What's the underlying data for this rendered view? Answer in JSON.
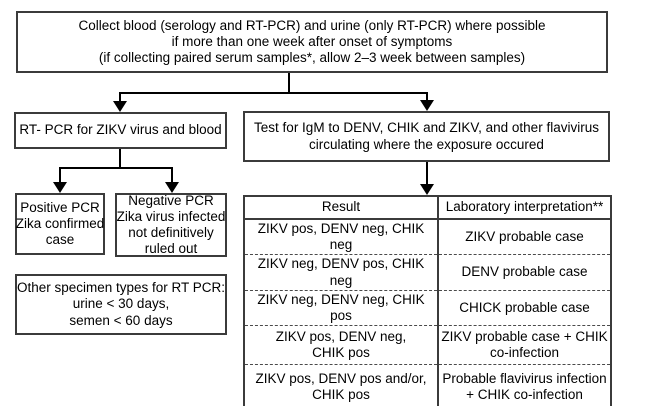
{
  "colors": {
    "background": "#ffffff",
    "box_border": "#3b3b3b",
    "connector_line": "#000000",
    "text": "#000000"
  },
  "flowchart": {
    "top_box": {
      "lines": [
        "Collect blood (serology and RT-PCR) and urine (only RT-PCR) where possible",
        "if more than one week after onset of symptoms",
        "(if collecting paired serum samples*, allow 2–3 week between samples)"
      ]
    },
    "rt_pcr_box": {
      "lines": [
        "RT- PCR for ZIKV virus and blood"
      ]
    },
    "igm_test_box": {
      "lines": [
        "Test for IgM to DENV, CHIK and ZIKV, and other flavivirus",
        "circulating where the exposure occured"
      ]
    },
    "positive_pcr_box": {
      "lines": [
        "Positive PCR",
        "Zika confirmed",
        "case"
      ]
    },
    "negative_pcr_box": {
      "lines": [
        "Negative PCR",
        "Zika virus infected",
        "not definitively",
        "ruled out"
      ]
    },
    "other_specimen_box": {
      "lines": [
        "Other specimen types for RT PCR:",
        "urine < 30 days,",
        "semen < 60 days"
      ]
    }
  },
  "table": {
    "headers": [
      "Result",
      "Laboratory interpretation**"
    ],
    "rows": [
      {
        "result": [
          "ZIKV pos, DENV neg, CHIK neg"
        ],
        "interpretation": [
          "ZIKV probable case"
        ]
      },
      {
        "result": [
          "ZIKV neg, DENV pos, CHIK neg"
        ],
        "interpretation": [
          "DENV probable case"
        ]
      },
      {
        "result": [
          "ZIKV neg, DENV neg, CHIK pos"
        ],
        "interpretation": [
          "CHICK probable case"
        ]
      },
      {
        "result": [
          "ZIKV pos, DENV neg,",
          "CHIK pos"
        ],
        "interpretation": [
          "ZIKV probable case + CHIK",
          "co-infection"
        ]
      },
      {
        "result": [
          "ZIKV pos, DENV pos and/or,",
          "CHIK pos"
        ],
        "interpretation": [
          "Probable flavivirus infection",
          "+ CHIK co-infection"
        ]
      }
    ]
  }
}
